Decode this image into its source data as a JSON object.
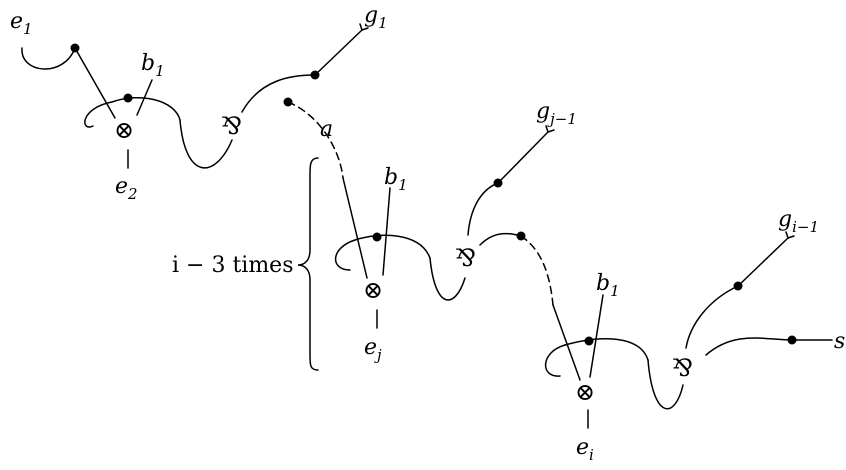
{
  "labels": {
    "e1": {
      "base": "e",
      "sub": "1"
    },
    "e2": {
      "base": "e",
      "sub": "2"
    },
    "ej": {
      "base": "e",
      "sub": "j"
    },
    "ei": {
      "base": "e",
      "sub": "i"
    },
    "b1_top": {
      "base": "b",
      "sub": "1"
    },
    "b1_mid": {
      "base": "b",
      "sub": "1"
    },
    "b1_low": {
      "base": "b",
      "sub": "1"
    },
    "g1": {
      "base": "g",
      "sub": "1"
    },
    "gj1": {
      "base": "g",
      "sub": "j−1"
    },
    "gi1": {
      "base": "g",
      "sub": "i−1"
    },
    "a": "a",
    "s": "s"
  },
  "brace_label": "i − 3 times",
  "symbols": {
    "tensor": "⊗",
    "par": "⅋"
  }
}
